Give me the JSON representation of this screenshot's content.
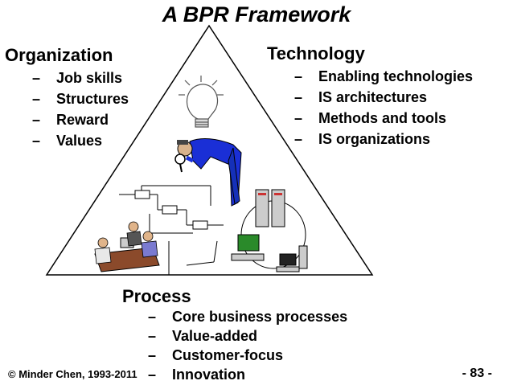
{
  "title": "A BPR Framework",
  "organization": {
    "heading": "Organization",
    "items": [
      "Job skills",
      "Structures",
      "Reward",
      "Values"
    ]
  },
  "technology": {
    "heading": "Technology",
    "items": [
      "Enabling technologies",
      "IS architectures",
      "Methods and tools",
      "IS organizations"
    ]
  },
  "process": {
    "heading": "Process",
    "items": [
      "Core business processes",
      "Value-added",
      "Customer-focus",
      "Innovation"
    ]
  },
  "dash": "–",
  "footer": {
    "copyright": "© Minder Chen, 1993-2011",
    "page": "- 83 -"
  },
  "icons": [
    "lightbulb-icon",
    "person-with-magnifier-icon",
    "process-flowchart-icon",
    "meeting-people-icon",
    "computer-network-icon"
  ],
  "colors": {
    "figure_blue": "#1a2fd6",
    "line": "#000000"
  }
}
